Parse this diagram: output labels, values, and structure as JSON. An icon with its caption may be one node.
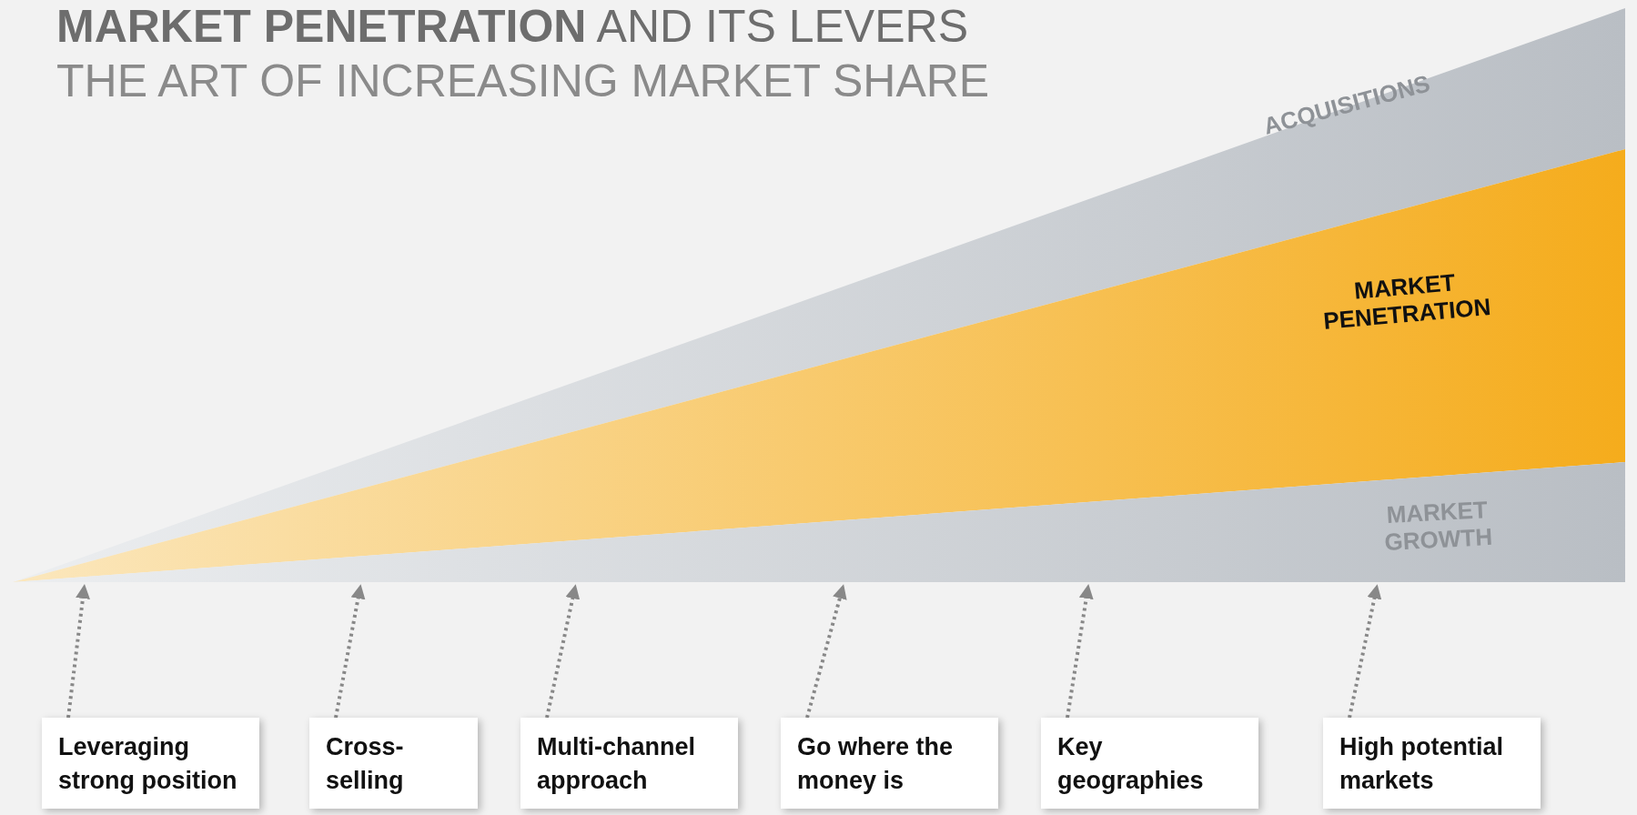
{
  "diagram": {
    "title": "**MARKET PENETRATION** AND ITS LEVERS",
    "nodes": [
      {
        "text": [
          "ACQUISITIONS"
        ]
      },
      {
        "text": [
          "MARKET PENETRATION"
        ]
      },
      {
        "text": [
          "MARKET GROWTH"
        ]
      },
      {
        "text": [
          "Leveraging strong position"
        ]
      },
      {
        "text": [
          "Cross-selling"
        ]
      },
      {
        "text": [
          "Multi-channel approach"
        ]
      },
      {
        "text": [
          "Go where the money is"
        ]
      },
      {
        "text": [
          "Key geographies"
        ]
      },
      {
        "text": [
          "High potential markets"
        ]
      }
    ],
    "edges": [
      {
        "from": 3,
        "to": 2,
        "arrow": "to",
        "style": "dashed"
      },
      {
        "from": 4,
        "to": 2,
        "arrow": "to",
        "style": "dashed"
      },
      {
        "from": 5,
        "to": 2,
        "arrow": "to",
        "style": "dashed"
      },
      {
        "from": 6,
        "to": 2,
        "arrow": "to",
        "style": "dashed"
      },
      {
        "from": 7,
        "to": 2,
        "arrow": "to",
        "style": "dashed"
      },
      {
        "from": 8,
        "to": 2,
        "arrow": "to",
        "style": "dashed"
      }
    ],
    "labels": [
      "THE ART OF INCREASING MARKET SHARE"
    ]
  }
}
